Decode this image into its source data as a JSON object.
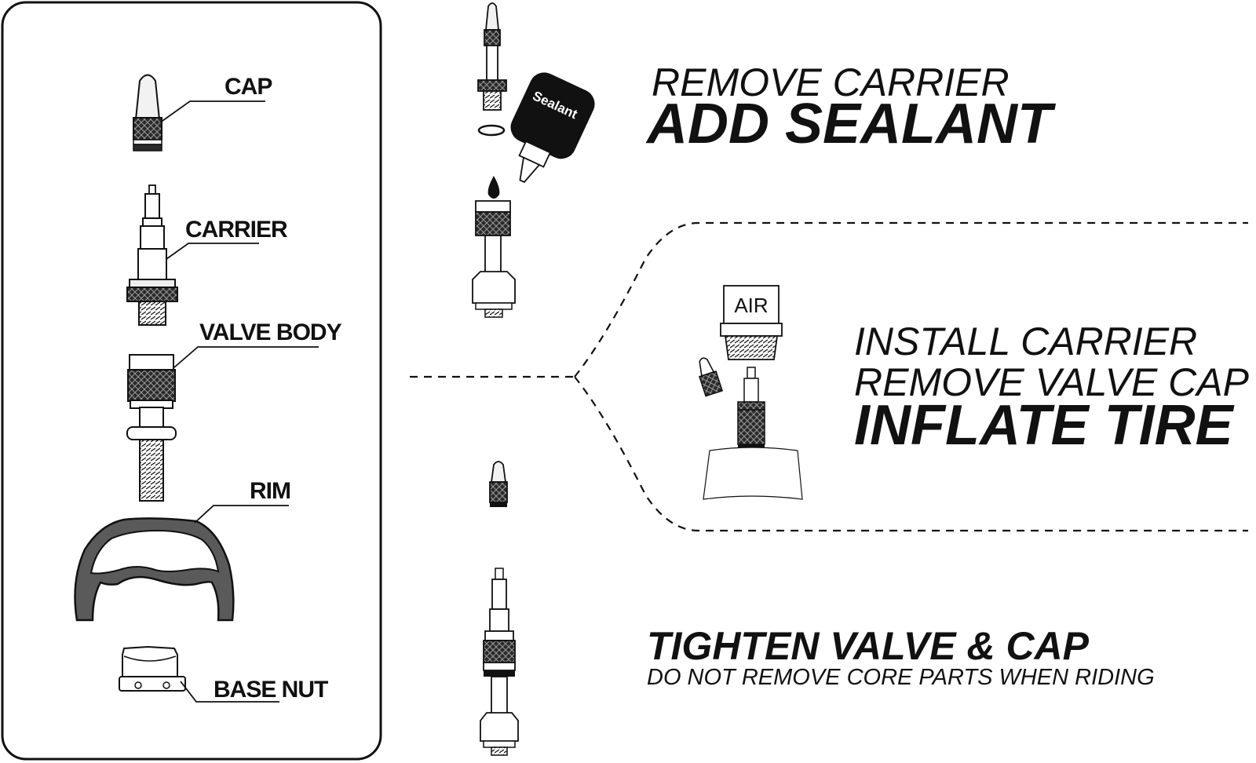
{
  "parts_panel": {
    "labels": {
      "cap": "CAP",
      "carrier": "CARRIER",
      "valve_body": "VALVE BODY",
      "rim": "RIM",
      "base_nut": "BASE NUT"
    }
  },
  "steps": {
    "step1": {
      "line1": "REMOVE CARRIER",
      "line2": "ADD SEALANT",
      "bottle_label": "Sealant"
    },
    "step2": {
      "line1": "INSTALL CARRIER",
      "line2": "REMOVE VALVE CAP",
      "line3": "INFLATE TIRE",
      "pump_label": "AIR"
    },
    "step3": {
      "line1": "TIGHTEN VALVE & CAP",
      "line2": "DO NOT REMOVE CORE PARTS WHEN RIDING"
    }
  },
  "colors": {
    "ink": "#111111",
    "rim_fill": "#5a5a5a",
    "knurl_fill": "#2a2a2a",
    "metal_fill": "#e8e8e8"
  }
}
